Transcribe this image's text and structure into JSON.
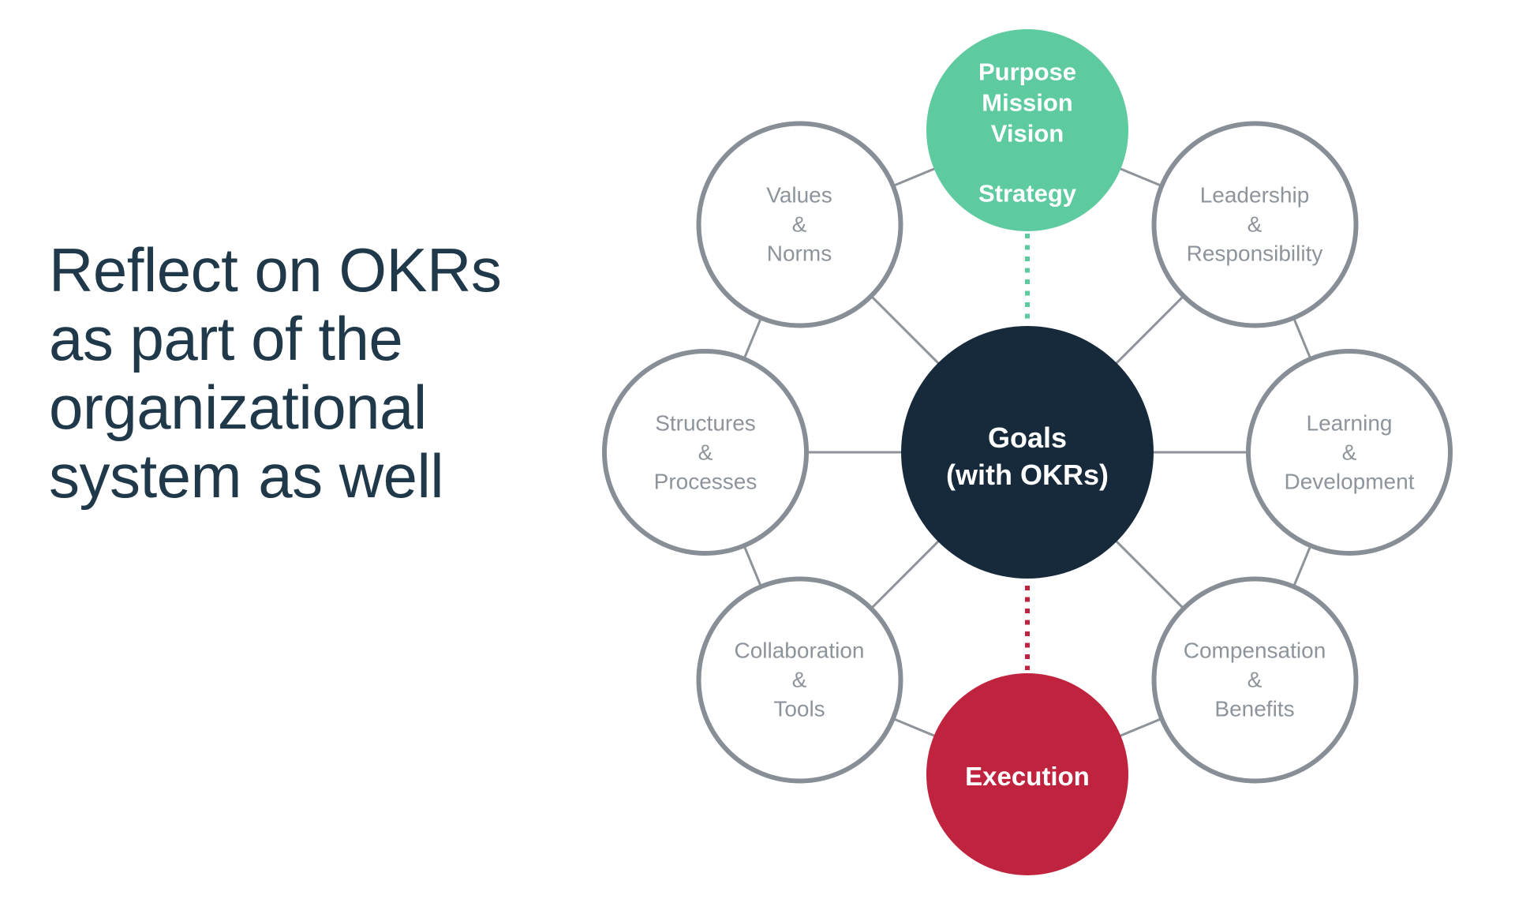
{
  "headline": {
    "lines": [
      "Reflect on OKRs",
      "as part of the",
      "organizational",
      "system as well"
    ]
  },
  "colors": {
    "headline_text": "#20394a",
    "navy": "#172a3b",
    "green": "#5ecaa0",
    "red": "#c0233d",
    "circle_border": "#878e95",
    "connector_gray": "#8d9399",
    "gray_text": "#8d949b",
    "white_text": "#ffffff"
  },
  "diagram": {
    "center": {
      "label_lines": [
        "Goals",
        "(with OKRs)"
      ]
    },
    "top": {
      "label_lines": [
        "Purpose",
        "Mission",
        "Vision"
      ],
      "sub_label": "Strategy"
    },
    "bottom": {
      "label": "Execution"
    },
    "satellites": [
      {
        "id": "values",
        "label_lines": [
          "Values",
          "&",
          "Norms"
        ]
      },
      {
        "id": "leadership",
        "label_lines": [
          "Leadership",
          "&",
          "Responsibility"
        ]
      },
      {
        "id": "structures",
        "label_lines": [
          "Structures",
          "&",
          "Processes"
        ]
      },
      {
        "id": "learning",
        "label_lines": [
          "Learning",
          "&",
          "Development"
        ]
      },
      {
        "id": "collaboration",
        "label_lines": [
          "Collaboration",
          "&",
          "Tools"
        ]
      },
      {
        "id": "compensation",
        "label_lines": [
          "Compensation",
          "&",
          "Benefits"
        ]
      }
    ]
  }
}
